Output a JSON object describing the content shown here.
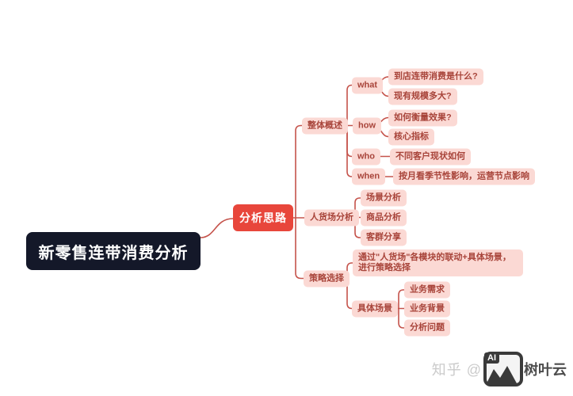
{
  "colors": {
    "root_bg": "#141829",
    "root_text": "#ffffff",
    "accent_bg": "#e8463b",
    "accent_text": "#ffffff",
    "node_bg": "#fbd9d4",
    "node_text": "#a8443a",
    "line": "#c5534b",
    "canvas": "#ffffff",
    "wm_light": "#cbcbcb",
    "wm_dark": "#4d4d4d",
    "wm_icon": "#3a3a3a"
  },
  "mindmap": {
    "root": "新零售连带消费分析",
    "topic": "分析思路",
    "branches": [
      {
        "label": "整体概述",
        "children": [
          {
            "label": "what",
            "children": [
              {
                "label": "到店连带消费是什么?"
              },
              {
                "label": "现有规模多大?"
              }
            ]
          },
          {
            "label": "how",
            "children": [
              {
                "label": "如何衡量效果?"
              },
              {
                "label": "核心指标"
              }
            ]
          },
          {
            "label": "who",
            "children": [
              {
                "label": "不同客户现状如何"
              }
            ]
          },
          {
            "label": "when",
            "children": [
              {
                "label": "按月看季节性影响，运营节点影响"
              }
            ]
          }
        ]
      },
      {
        "label": "人货场分析",
        "children": [
          {
            "label": "场景分析"
          },
          {
            "label": "商品分析"
          },
          {
            "label": "客群分享"
          }
        ]
      },
      {
        "label": "策略选择",
        "children": [
          {
            "label": "通过\"人货场\"各模块的联动+具体场景，进行策略选择"
          },
          {
            "label": "具体场景",
            "children": [
              {
                "label": "业务需求"
              },
              {
                "label": "业务背景"
              },
              {
                "label": "分析问题"
              }
            ]
          }
        ]
      }
    ]
  },
  "watermark": {
    "prefix": "知乎 @",
    "ai_badge": "AI",
    "name": "树叶云"
  }
}
